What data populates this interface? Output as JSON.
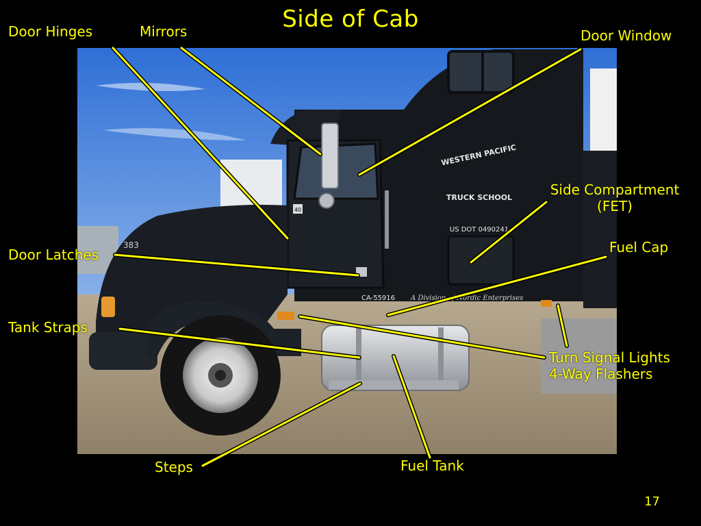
{
  "slide": {
    "title": "Side of Cab",
    "page_number": "17"
  },
  "labels": {
    "door_hinges": "Door Hinges",
    "mirrors": "Mirrors",
    "door_window": "Door Window",
    "side_compartment": "Side Compartment",
    "side_compartment_sub": "(FET)",
    "fuel_cap": "Fuel Cap",
    "door_latches": "Door Latches",
    "tank_straps": "Tank Straps",
    "turn_signal_lights": "Turn Signal Lights",
    "four_way_flashers": "4-Way Flashers",
    "steps": "Steps",
    "fuel_tank": "Fuel Tank"
  },
  "photo": {
    "cab_text_1": "WESTERN PACIFIC",
    "cab_text_2": "TRUCK SCHOOL",
    "cab_text_3": "US DOT 0490241",
    "cab_text_4": "CA-55916",
    "cab_text_5": "A Division of Nordic Enterprises",
    "hood_number": "383",
    "door_sticker": "40"
  },
  "colors": {
    "accent": "#ffff00",
    "background": "#000000"
  }
}
